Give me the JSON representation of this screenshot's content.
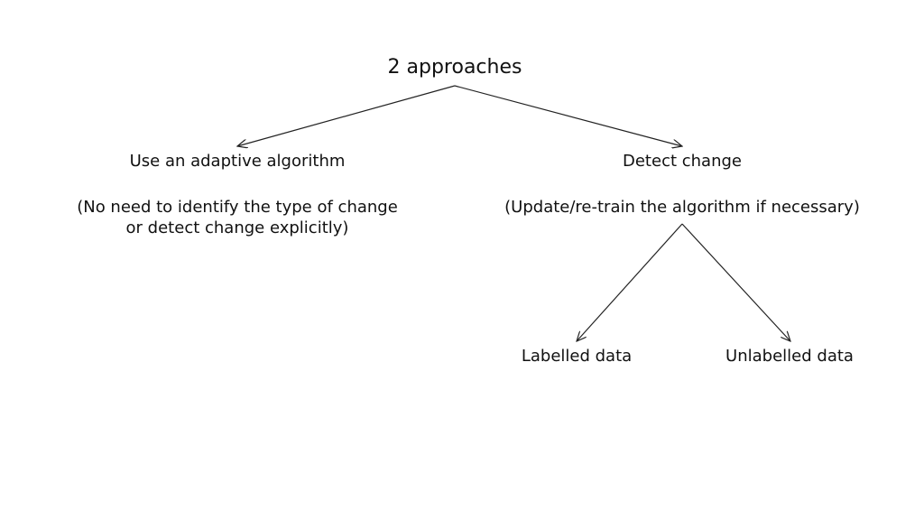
{
  "title": "2 approaches",
  "nodes": {
    "adaptive": {
      "label": "Use an adaptive algorithm",
      "note_line1": "(No need to identify the type of change",
      "note_line2": "or detect change explicitly)"
    },
    "detect": {
      "label": "Detect change",
      "note": "(Update/re-train the algorithm if necessary)"
    },
    "labelled": {
      "label": "Labelled data"
    },
    "unlabelled": {
      "label": "Unlabelled data"
    }
  },
  "colors": {
    "text": "#111111",
    "edge": "#222222",
    "background": "#ffffff"
  }
}
